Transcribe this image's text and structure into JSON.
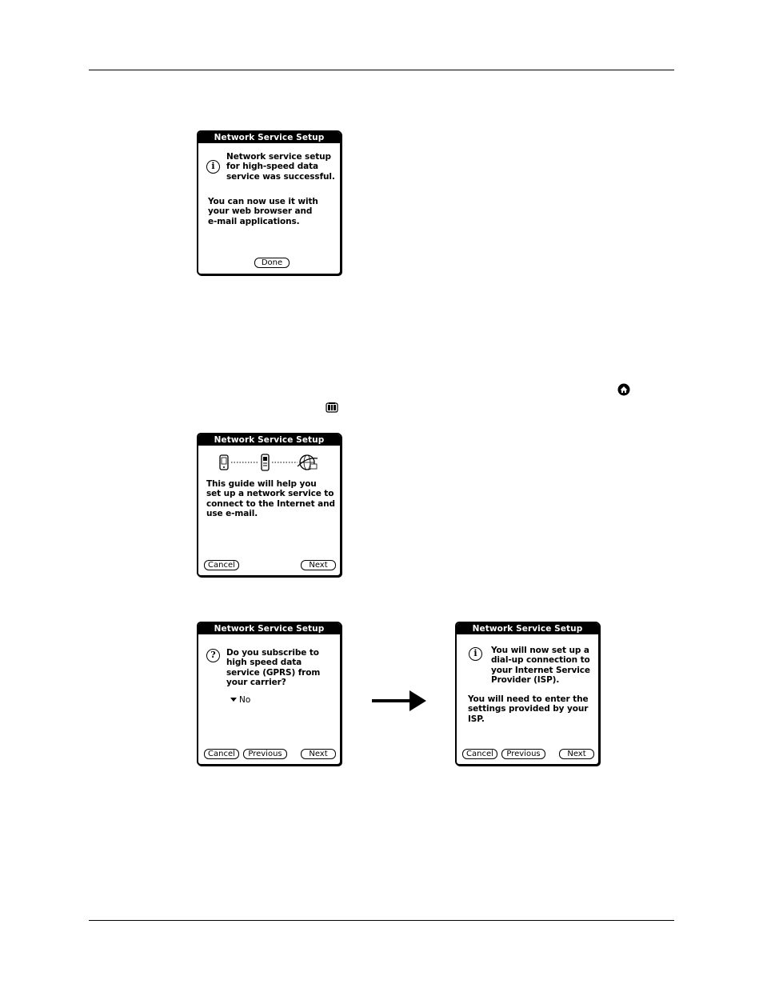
{
  "dialog1": {
    "title": "Network Service Setup",
    "message": "Network service setup\nfor high-speed data\nservice was successful.",
    "body": "You can now use it with\nyour web browser and\ne-mail applications.",
    "done_label": "Done"
  },
  "dialog2": {
    "title": "Network Service Setup",
    "body": "This guide will help you\nset up a network service to\nconnect to the Internet and\nuse e-mail.",
    "cancel_label": "Cancel",
    "next_label": "Next"
  },
  "dialog3": {
    "title": "Network Service Setup",
    "question": "Do you subscribe to\nhigh speed data\nservice (GPRS) from\nyour carrier?",
    "select_value": "No",
    "cancel_label": "Cancel",
    "previous_label": "Previous",
    "next_label": "Next"
  },
  "dialog4": {
    "title": "Network Service Setup",
    "message": "You will now set up a\ndial-up connection to\nyour Internet Service\nProvider (ISP).",
    "body": "You will need to enter the\nsettings provided by your\nISP.",
    "cancel_label": "Cancel",
    "previous_label": "Previous",
    "next_label": "Next"
  },
  "icons": {
    "info": "i",
    "question": "?",
    "inline_home": "home-icon",
    "inline_network": "network-app-icon"
  }
}
